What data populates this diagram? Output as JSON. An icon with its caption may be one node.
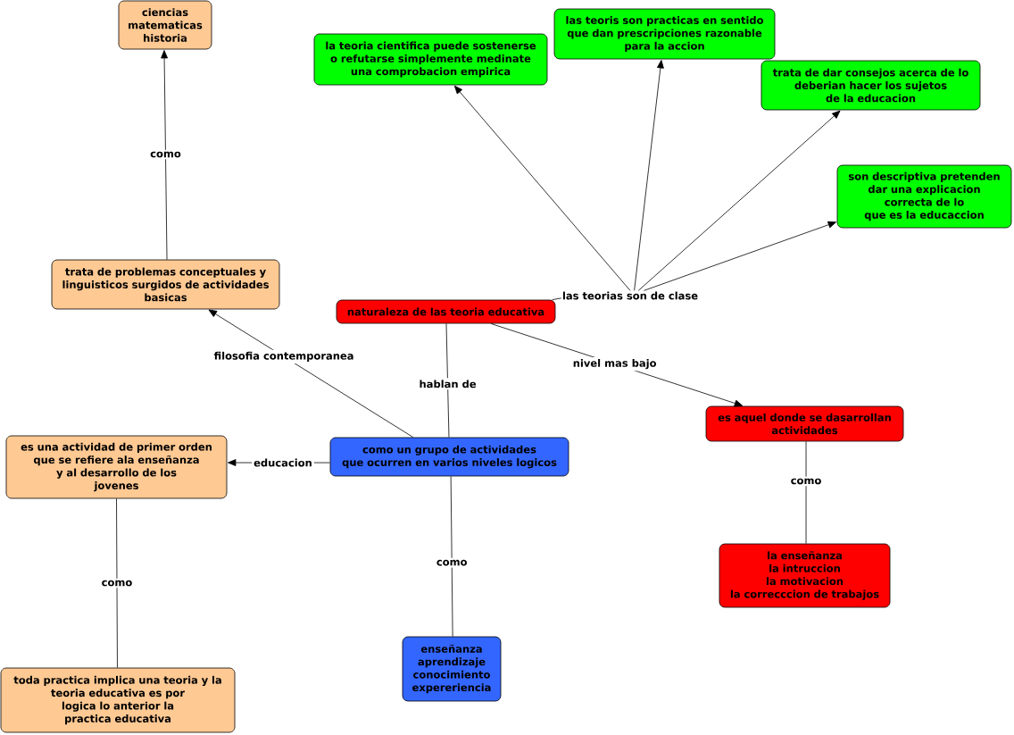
{
  "diagram": {
    "nodes": [
      {
        "text": [
          "ciencias matematicas historia"
        ]
      },
      {
        "text": [
          "la teoria cientifica puede sostenerse o refutarse simplemente medinate una comprobacion empirica"
        ]
      },
      {
        "text": [
          "las teoris son practicas en sentido que dan prescripciones razonable para la accion"
        ]
      },
      {
        "text": [
          "trata de dar consejos acerca de lo deberian hacer los sujetos de la educacion"
        ]
      },
      {
        "text": [
          "son descriptiva pretenden dar una explicacion correcta de lo que es la educaccion"
        ]
      },
      {
        "text": [
          "trata de problemas conceptuales y linguisticos surgidos de actividades basicas"
        ]
      },
      {
        "text": [
          "las teorias son de clase"
        ]
      },
      {
        "text": [
          "naturaleza de las teoria educativa"
        ]
      },
      {
        "text": [
          "es aquel donde se dasarrollan actividades"
        ]
      },
      {
        "text": [
          "es una actividad de primer orden que se refiere ala enseñanza y al desarrollo de los jovenes"
        ]
      },
      {
        "text": [
          "como un grupo de actividades que ocurren en varios niveles logicos"
        ]
      },
      {
        "text": [
          "la enseñanza la intruccion la motivacion la correcccion de trabajos"
        ]
      },
      {
        "text": [
          "enseñanza aprendizaje conocimiento expereriencia"
        ]
      },
      {
        "text": [
          "toda practica implica una teoria y la teoria educativa es por logica lo anterior la practica educativa"
        ]
      }
    ],
    "edges": [
      {
        "from": 5,
        "to": 0,
        "arrow": "to",
        "label": "como"
      },
      {
        "from": 7,
        "to": 6,
        "arrow": "none"
      },
      {
        "from": 6,
        "to": 1,
        "arrow": "to"
      },
      {
        "from": 6,
        "to": 2,
        "arrow": "to"
      },
      {
        "from": 6,
        "to": 3,
        "arrow": "to"
      },
      {
        "from": 6,
        "to": 4,
        "arrow": "to"
      },
      {
        "from": 10,
        "to": 5,
        "arrow": "to",
        "label": "filosofia contemporanea"
      },
      {
        "from": 7,
        "to": 10,
        "arrow": "none",
        "label": "hablan de"
      },
      {
        "from": 7,
        "to": 8,
        "arrow": "to",
        "label": "nivel mas bajo"
      },
      {
        "from": 10,
        "to": 9,
        "arrow": "to",
        "label": "educacion"
      },
      {
        "from": 8,
        "to": 11,
        "arrow": "none",
        "label": "como"
      },
      {
        "from": 9,
        "to": 13,
        "arrow": "none",
        "label": "como"
      },
      {
        "from": 10,
        "to": 12,
        "arrow": "none",
        "label": "como"
      }
    ]
  }
}
